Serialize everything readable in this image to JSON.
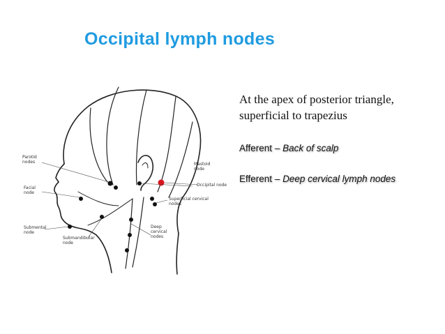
{
  "slide": {
    "title": "Occipital lymph nodes",
    "description": "At the apex of posterior triangle, superficial to trapezius",
    "afferent": {
      "label": "Afferent",
      "separator": "–",
      "value": "Back of scalp"
    },
    "efferent": {
      "label": "Efferent",
      "separator": "–",
      "value": "Deep cervical lymph nodes"
    }
  },
  "figure": {
    "labels": {
      "parotid": [
        "Parotid",
        "nodes"
      ],
      "facial": [
        "Facial",
        "node"
      ],
      "submental": [
        "Submental",
        "node"
      ],
      "submandibular": [
        "Submandibular",
        "node"
      ],
      "mastoid": [
        "Mastoid",
        "node"
      ],
      "occipital": "Occipital node",
      "superficial_cervical": [
        "Superficial cervical",
        "nodes"
      ],
      "deep_cervical": [
        "Deep",
        "cervical",
        "nodes"
      ]
    },
    "highlight_color": "#d8141e"
  },
  "colors": {
    "title": "#1f9be0",
    "text": "#111111"
  }
}
